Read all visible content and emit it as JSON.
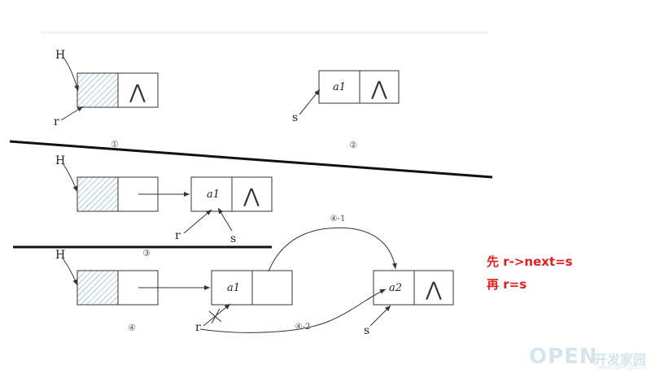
{
  "labels": {
    "H": "H",
    "r": "r",
    "s": "s",
    "a1": "a1",
    "a2": "a2",
    "step1": "①",
    "step2": "②",
    "step3": "③",
    "step4": "④",
    "step4_1": "④-1",
    "step4_2": "④-2",
    "null_glyph": "⋀"
  },
  "notes": {
    "line1": "先 r->next=s",
    "line2": "再 r=s"
  },
  "watermark": {
    "brand": "OPEN",
    "cn": "开发家园",
    "sub": "www.opengps.cn"
  },
  "colors": {
    "hatch": "#7aa7d6",
    "ink": "#333333",
    "note": "#e02020"
  }
}
